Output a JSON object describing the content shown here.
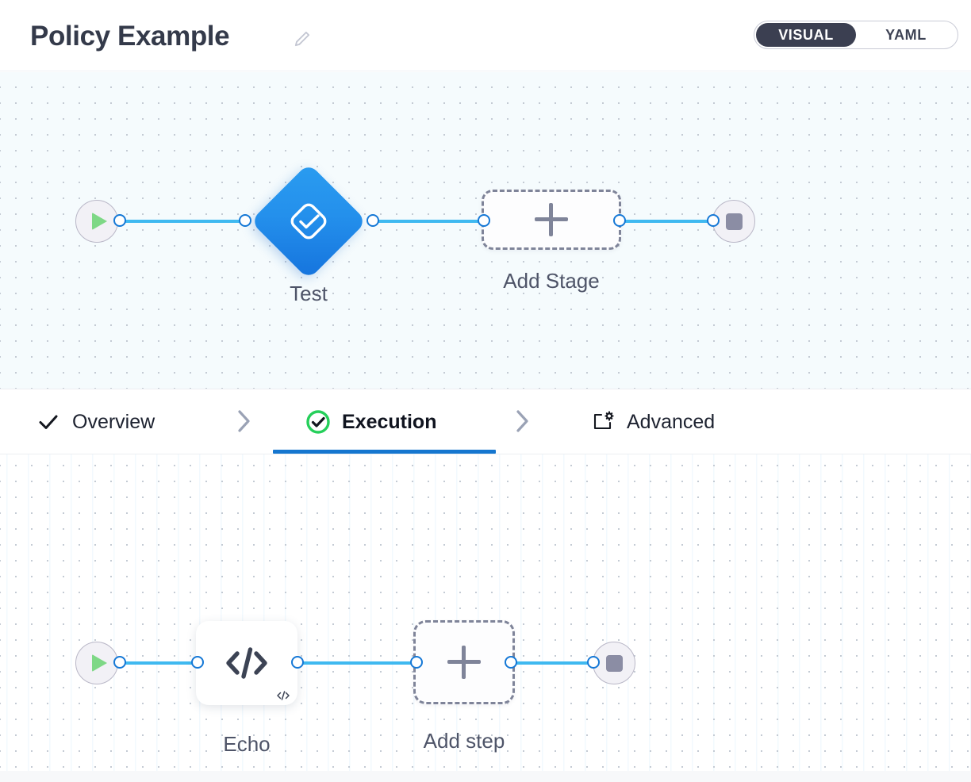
{
  "header": {
    "title": "Policy Example",
    "edit_icon": "pencil-icon",
    "view_toggle": {
      "options": [
        "VISUAL",
        "YAML"
      ],
      "selected": "VISUAL",
      "active_bg": "#3b3f51"
    }
  },
  "stage_canvas": {
    "start_node": {
      "icon": "play-icon",
      "color": "#7ed886"
    },
    "end_node": {
      "icon": "stop-icon",
      "color": "#8b8da4"
    },
    "nodes": [
      {
        "label": "Test",
        "icon": "check-diamond-icon",
        "type": "stage",
        "color": "#2490ec"
      },
      {
        "label": "Add Stage",
        "icon": "plus-icon",
        "type": "add"
      }
    ]
  },
  "tabs": [
    {
      "label": "Overview",
      "icon": "check-icon",
      "active": false
    },
    {
      "label": "Execution",
      "icon": "check-circle-icon",
      "active": true
    },
    {
      "label": "Advanced",
      "icon": "gear-window-icon",
      "active": false
    }
  ],
  "tab_separator_icon": "chevron-right-icon",
  "step_canvas": {
    "start_node": {
      "icon": "play-icon",
      "color": "#7ed886"
    },
    "end_node": {
      "icon": "stop-icon",
      "color": "#8b8da4"
    },
    "nodes": [
      {
        "label": "Echo",
        "icon": "code-icon",
        "badge_icon": "code-badge-icon",
        "type": "step"
      },
      {
        "label": "Add step",
        "icon": "plus-icon",
        "type": "add"
      }
    ]
  },
  "colors": {
    "edge": "#3fb9f0",
    "port_ring": "#1578d6",
    "tab_active_underline": "#1576cf",
    "canvas_top_bg": "#f5fbfd",
    "canvas_bottom_bg": "#ffffff"
  }
}
